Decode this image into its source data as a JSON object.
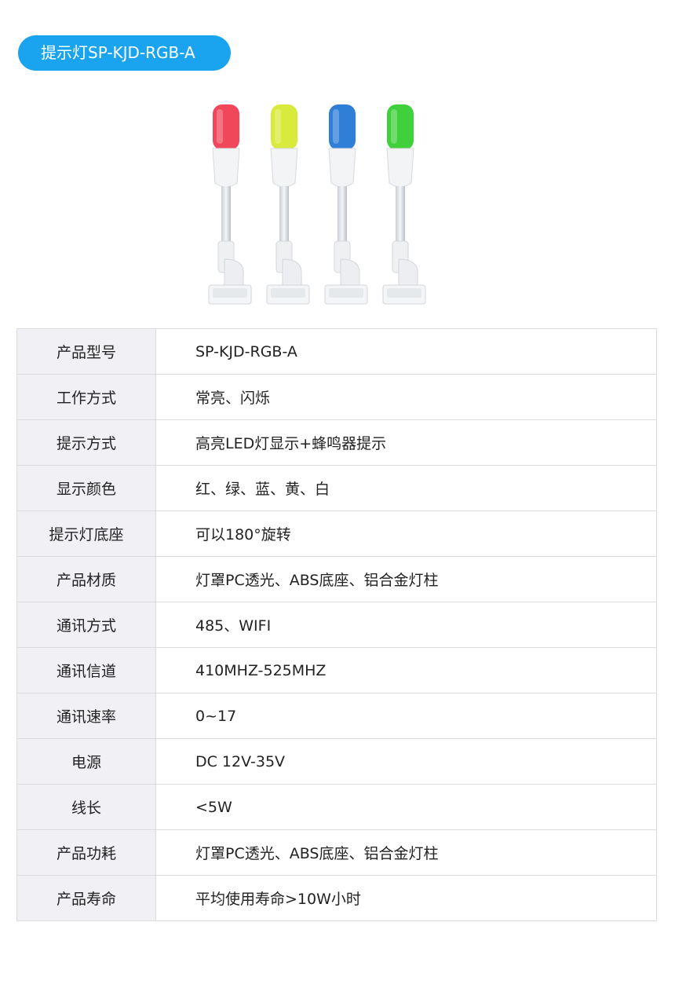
{
  "title": "提示灯SP-KJD-RGB-A",
  "product_image": {
    "icon": "tower-light-image",
    "lamp_colors": [
      "#f0475a",
      "#d8ea3c",
      "#2f7fd8",
      "#3fd03c"
    ]
  },
  "specs": [
    {
      "label": "产品型号",
      "value": "SP-KJD-RGB-A"
    },
    {
      "label": "工作方式",
      "value": "常亮、闪烁"
    },
    {
      "label": "提示方式",
      "value": "高亮LED灯显示+蜂鸣器提示"
    },
    {
      "label": "显示颜色",
      "value": "红、绿、蓝、黄、白"
    },
    {
      "label": "提示灯底座",
      "value": "可以180°旋转"
    },
    {
      "label": "产品材质",
      "value": "灯罩PC透光、ABS底座、铝合金灯柱"
    },
    {
      "label": "通讯方式",
      "value": "485、WIFI"
    },
    {
      "label": "通讯信道",
      "value": "410MHZ-525MHZ"
    },
    {
      "label": "通讯速率",
      "value": "0~17"
    },
    {
      "label": "电源",
      "value": "DC 12V-35V"
    },
    {
      "label": "线长",
      "value": "<5W"
    },
    {
      "label": "产品功耗",
      "value": "灯罩PC透光、ABS底座、铝合金灯柱"
    },
    {
      "label": "产品寿命",
      "value": "平均使用寿命>10W小时"
    }
  ]
}
